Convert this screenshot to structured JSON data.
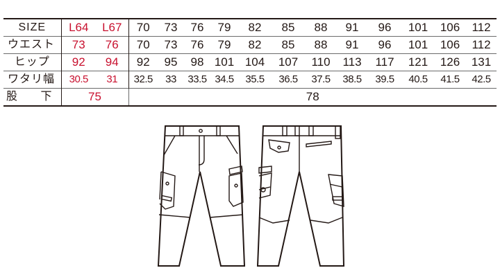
{
  "size_chart": {
    "header_label": "SIZE",
    "sizes": [
      "L64",
      "L67",
      "70",
      "73",
      "76",
      "79",
      "82",
      "85",
      "88",
      "91",
      "96",
      "101",
      "106",
      "112"
    ],
    "rows": [
      {
        "label": "ウエスト",
        "values": [
          "73",
          "76",
          "70",
          "73",
          "76",
          "79",
          "82",
          "85",
          "88",
          "91",
          "96",
          "101",
          "106",
          "112"
        ]
      },
      {
        "label": "ヒップ",
        "values": [
          "92",
          "94",
          "92",
          "95",
          "98",
          "101",
          "104",
          "107",
          "110",
          "113",
          "117",
          "121",
          "126",
          "131"
        ]
      },
      {
        "label": "ワタリ幅",
        "values": [
          "30.5",
          "31",
          "32.5",
          "33",
          "33.5",
          "34.5",
          "35.5",
          "36.5",
          "37.5",
          "38.5",
          "39.5",
          "40.5",
          "41.5",
          "42.5"
        ]
      }
    ],
    "inseam": {
      "label_left": "股",
      "label_right": "下",
      "short_value": "75",
      "regular_value": "78"
    },
    "colors": {
      "highlight": "#c8102e",
      "text": "#231815",
      "rule": "#231815"
    }
  },
  "illustrations": {
    "front": "cargo-pants-front-view",
    "back": "cargo-pants-back-view"
  }
}
